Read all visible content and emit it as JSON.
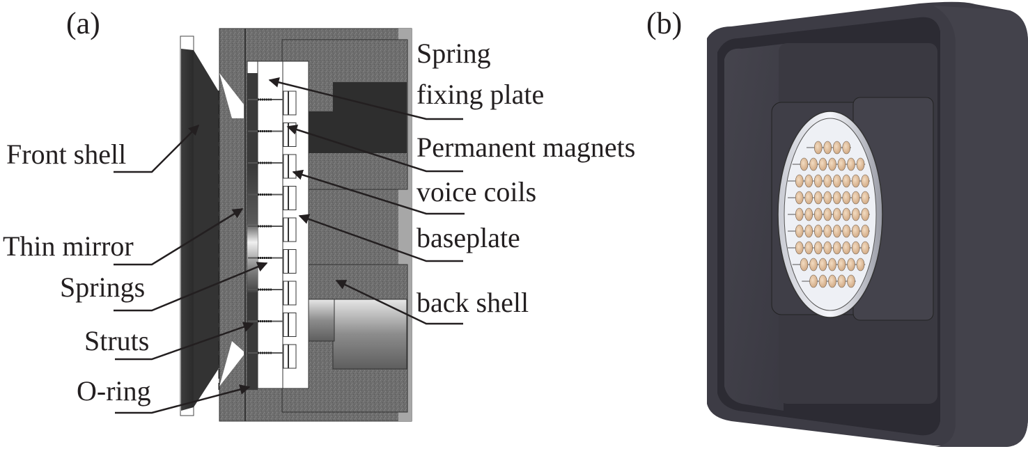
{
  "figure": {
    "panels": [
      {
        "id": "a",
        "label": "(a)",
        "description": "Cross-section of deformable mirror assembly",
        "callouts_left": [
          {
            "key": "front_shell",
            "text": "Front shell"
          },
          {
            "key": "thin_mirror",
            "text": "Thin mirror"
          },
          {
            "key": "springs",
            "text": "Springs"
          },
          {
            "key": "struts",
            "text": "Struts"
          },
          {
            "key": "o_ring",
            "text": "O-ring"
          }
        ],
        "callouts_right": [
          {
            "key": "spring_fixing_plate_line1",
            "text": "Spring"
          },
          {
            "key": "spring_fixing_plate_line2",
            "text": "fixing plate"
          },
          {
            "key": "permanent_magnets",
            "text": "Permanent magnets"
          },
          {
            "key": "voice_coils",
            "text": "voice coils"
          },
          {
            "key": "baseplate",
            "text": "baseplate"
          },
          {
            "key": "back_shell",
            "text": "back shell"
          }
        ],
        "actuator_count_in_section": 9
      },
      {
        "id": "b",
        "label": "(b)",
        "description": "3D rendering of assembled deformable mirror with actuator array",
        "actuator_rows": [
          4,
          7,
          8,
          8,
          8,
          8,
          8,
          7,
          5
        ]
      }
    ],
    "colors": {
      "text": "#231f20",
      "shell_gray": "#6b6b6b",
      "dark_gray": "#2e2e2e",
      "housing_dark": "#3c3b44",
      "actuator_tan": "#e8c9a8",
      "mirror_silver": "#e6e8ee"
    }
  }
}
